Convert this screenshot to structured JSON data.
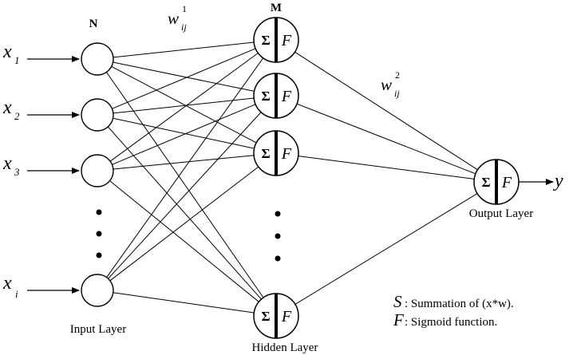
{
  "colors": {
    "stroke": "#000000",
    "background": "#ffffff"
  },
  "inputs": [
    {
      "var": "x",
      "sub": "1"
    },
    {
      "var": "x",
      "sub": "2"
    },
    {
      "var": "x",
      "sub": "3"
    },
    {
      "var": "x",
      "sub": "i"
    }
  ],
  "input_count_label": "N",
  "hidden_count_label": "M",
  "weights_1": {
    "base": "w",
    "sub": "ij",
    "sup": "1"
  },
  "weights_2": {
    "base": "w",
    "sub": "ij",
    "sup": "2"
  },
  "neuron_symbols": {
    "sum": "Σ",
    "func": "F"
  },
  "output_var": "y",
  "labels": {
    "input_layer": "Input Layer",
    "hidden_layer": "Hidden Layer",
    "output_layer": "Output Layer"
  },
  "legend": [
    {
      "symbol": "S",
      "text": ": Summation of (x*w)."
    },
    {
      "symbol": "F",
      "text": ": Sigmoid function."
    }
  ]
}
